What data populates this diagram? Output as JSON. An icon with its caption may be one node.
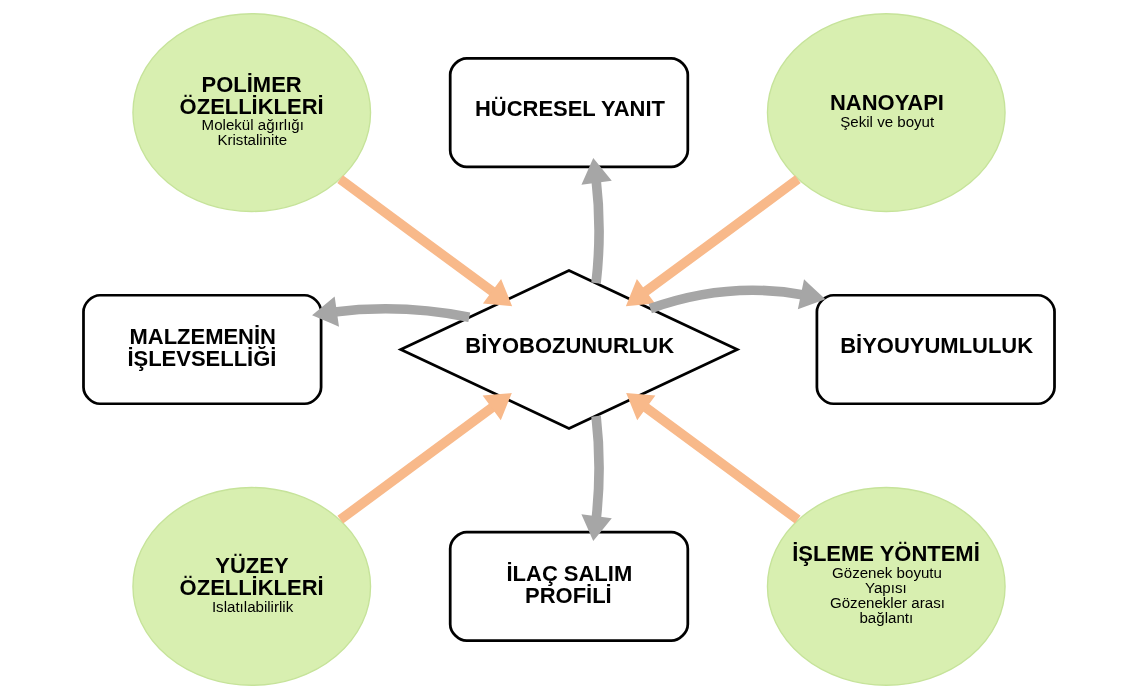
{
  "diagram": {
    "nodes": [
      {
        "text": [
          "POLİMER ÖZELLİKLERİ",
          "Molekül ağırlığı Kristalinite"
        ]
      },
      {
        "text": [
          "HÜCRESEL YANIT"
        ]
      },
      {
        "text": [
          "NANOYAPI",
          "Şekil ve boyut"
        ]
      },
      {
        "text": [
          "MALZEMENİN İŞLEVSELLİĞİ"
        ]
      },
      {
        "text": [
          "BİYOBOZUNURLUK"
        ]
      },
      {
        "text": [
          "BİYOUYUMLULUK"
        ]
      },
      {
        "text": [
          "YÜZEY ÖZELLİKLERİ",
          "Islatılabilirlik"
        ]
      },
      {
        "text": [
          "İLAÇ SALIM PROFİLİ"
        ]
      },
      {
        "text": [
          "İŞLEME YÖNTEMİ",
          "Gözenek boyutu Yapısı Gözenekler arası bağlantı"
        ]
      }
    ],
    "edges": [
      {
        "from": 0,
        "to": 4,
        "arrow": "to",
        "color": "#f8b98a"
      },
      {
        "from": 2,
        "to": 4,
        "arrow": "to",
        "color": "#f8b98a"
      },
      {
        "from": 6,
        "to": 4,
        "arrow": "to",
        "color": "#f8b98a"
      },
      {
        "from": 8,
        "to": 4,
        "arrow": "to",
        "color": "#f8b98a"
      },
      {
        "from": 4,
        "to": 1,
        "arrow": "to",
        "color": "#a6a6a6"
      },
      {
        "from": 4,
        "to": 3,
        "arrow": "to",
        "color": "#a6a6a6"
      },
      {
        "from": 4,
        "to": 5,
        "arrow": "to",
        "color": "#a6a6a6"
      },
      {
        "from": 4,
        "to": 7,
        "arrow": "to",
        "color": "#a6a6a6"
      }
    ]
  }
}
